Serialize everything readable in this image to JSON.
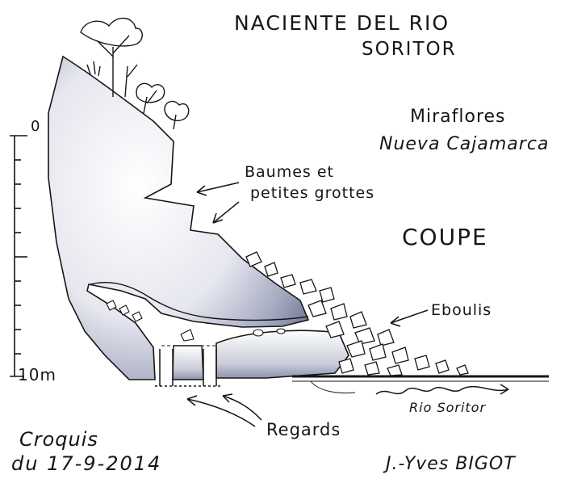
{
  "title": {
    "line1": "NACIENTE DEL RIO",
    "line2": "SORITOR"
  },
  "location": {
    "line1": "Miraflores",
    "line2": "Nueva Cajamarca"
  },
  "section_label": "COUPE",
  "annotations": {
    "baumes_line1": "Baumes et",
    "baumes_line2": "petites grottes",
    "eboulis": "Eboulis",
    "river": "Rio Soritor",
    "regards": "Regards"
  },
  "scale": {
    "top_label": "0",
    "bottom_label": "10m"
  },
  "footer": {
    "croquis_line1": "Croquis",
    "croquis_line2": "du 17-9-2014",
    "author": "J.-Yves BIGOT"
  },
  "colors": {
    "ink": "#161616",
    "rock_shade": "#8e93ad",
    "rock_light": "#d9dbe6",
    "paper": "#ffffff"
  }
}
